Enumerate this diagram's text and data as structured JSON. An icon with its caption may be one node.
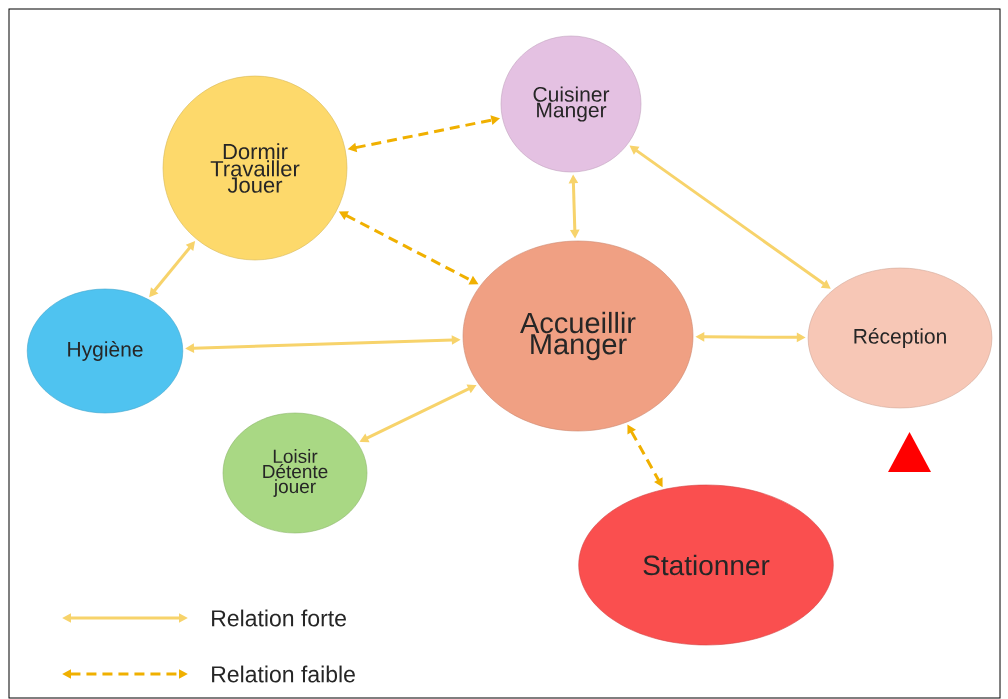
{
  "diagram": {
    "nodes": [
      {
        "text": [
          "Dormir Travailler Jouer"
        ]
      },
      {
        "text": [
          "Cuisiner Manger"
        ]
      },
      {
        "text": [
          "Hygiène"
        ]
      },
      {
        "text": [
          "Accueillir Manger"
        ]
      },
      {
        "text": [
          "Réception"
        ]
      },
      {
        "text": [
          "Loisir Détente jouer"
        ]
      },
      {
        "text": [
          "Stationner"
        ]
      }
    ],
    "edges": [
      {
        "from": 0,
        "to": 1,
        "arrow": "both",
        "style": "dashed",
        "color": "#f0b000"
      },
      {
        "from": 0,
        "to": 3,
        "arrow": "both",
        "style": "dashed",
        "color": "#f0b000"
      },
      {
        "from": 0,
        "to": 2,
        "arrow": "both"
      },
      {
        "from": 1,
        "to": 3,
        "arrow": "both"
      },
      {
        "from": 1,
        "to": 4,
        "arrow": "both"
      },
      {
        "from": 2,
        "to": 3,
        "arrow": "both"
      },
      {
        "from": 3,
        "to": 4,
        "arrow": "both"
      },
      {
        "from": 5,
        "to": 3,
        "arrow": "both"
      },
      {
        "from": 3,
        "to": 6,
        "arrow": "both",
        "style": "dashed",
        "color": "#f0b000"
      }
    ],
    "legend": [
      {
        "text": "Relation forte"
      },
      {
        "text": "Relation faible"
      }
    ]
  }
}
